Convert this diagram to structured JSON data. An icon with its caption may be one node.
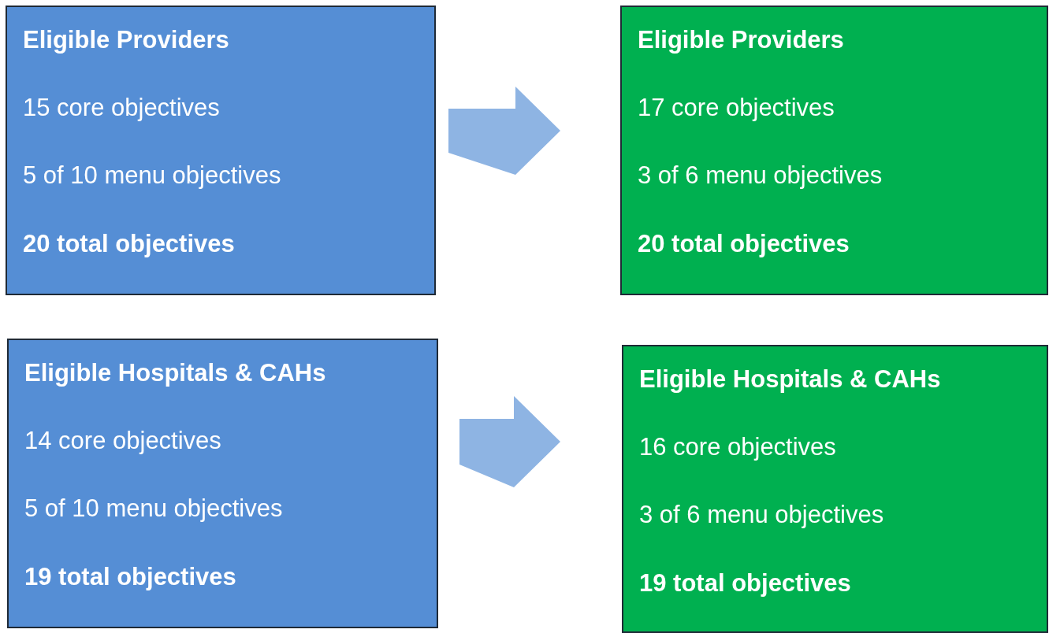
{
  "diagram": {
    "nodes": [
      {
        "text": [
          "Eligible Providers",
          "15 core objectives",
          "5 of 10 menu objectives",
          "20 total objectives"
        ]
      },
      {
        "text": [
          "Eligible Providers",
          "17 core objectives",
          "3 of 6 menu objectives",
          "20 total objectives"
        ]
      },
      {
        "text": [
          "Eligible Hospitals & CAHs",
          "14 core objectives",
          "5 of 10 menu objectives",
          "19 total objectives"
        ]
      },
      {
        "text": [
          "Eligible Hospitals & CAHs",
          "16 core objectives",
          "3 of 6 menu objectives",
          "19 total objectives"
        ]
      }
    ],
    "edges": [
      {
        "from": 0,
        "to": 1,
        "arrow": "to"
      },
      {
        "from": 2,
        "to": 3,
        "arrow": "to"
      }
    ]
  }
}
